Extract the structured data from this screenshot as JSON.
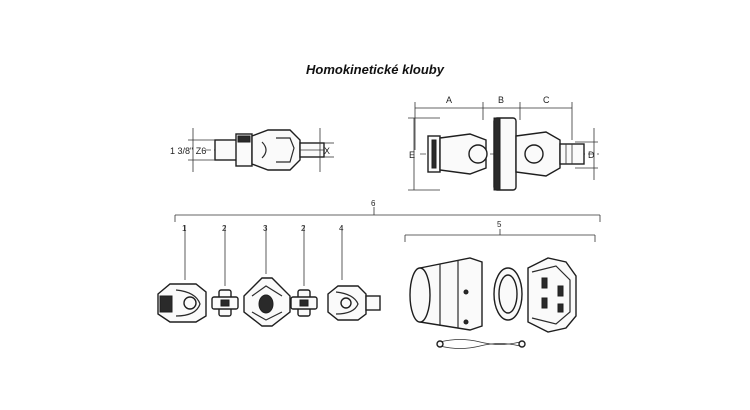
{
  "title": "Homokinetické klouby",
  "side_view": {
    "spline_label": "1 3/8\" Z6",
    "axis_label": "X"
  },
  "dimension_view": {
    "labels": {
      "a": "A",
      "b": "B",
      "c": "C",
      "d": "D",
      "e": "E"
    }
  },
  "exploded_view": {
    "assembly_callout": "6",
    "part_callouts": [
      "1",
      "2",
      "3",
      "2",
      "4",
      "5"
    ]
  },
  "colors": {
    "line": "#2a2a2a",
    "background": "#ffffff"
  }
}
